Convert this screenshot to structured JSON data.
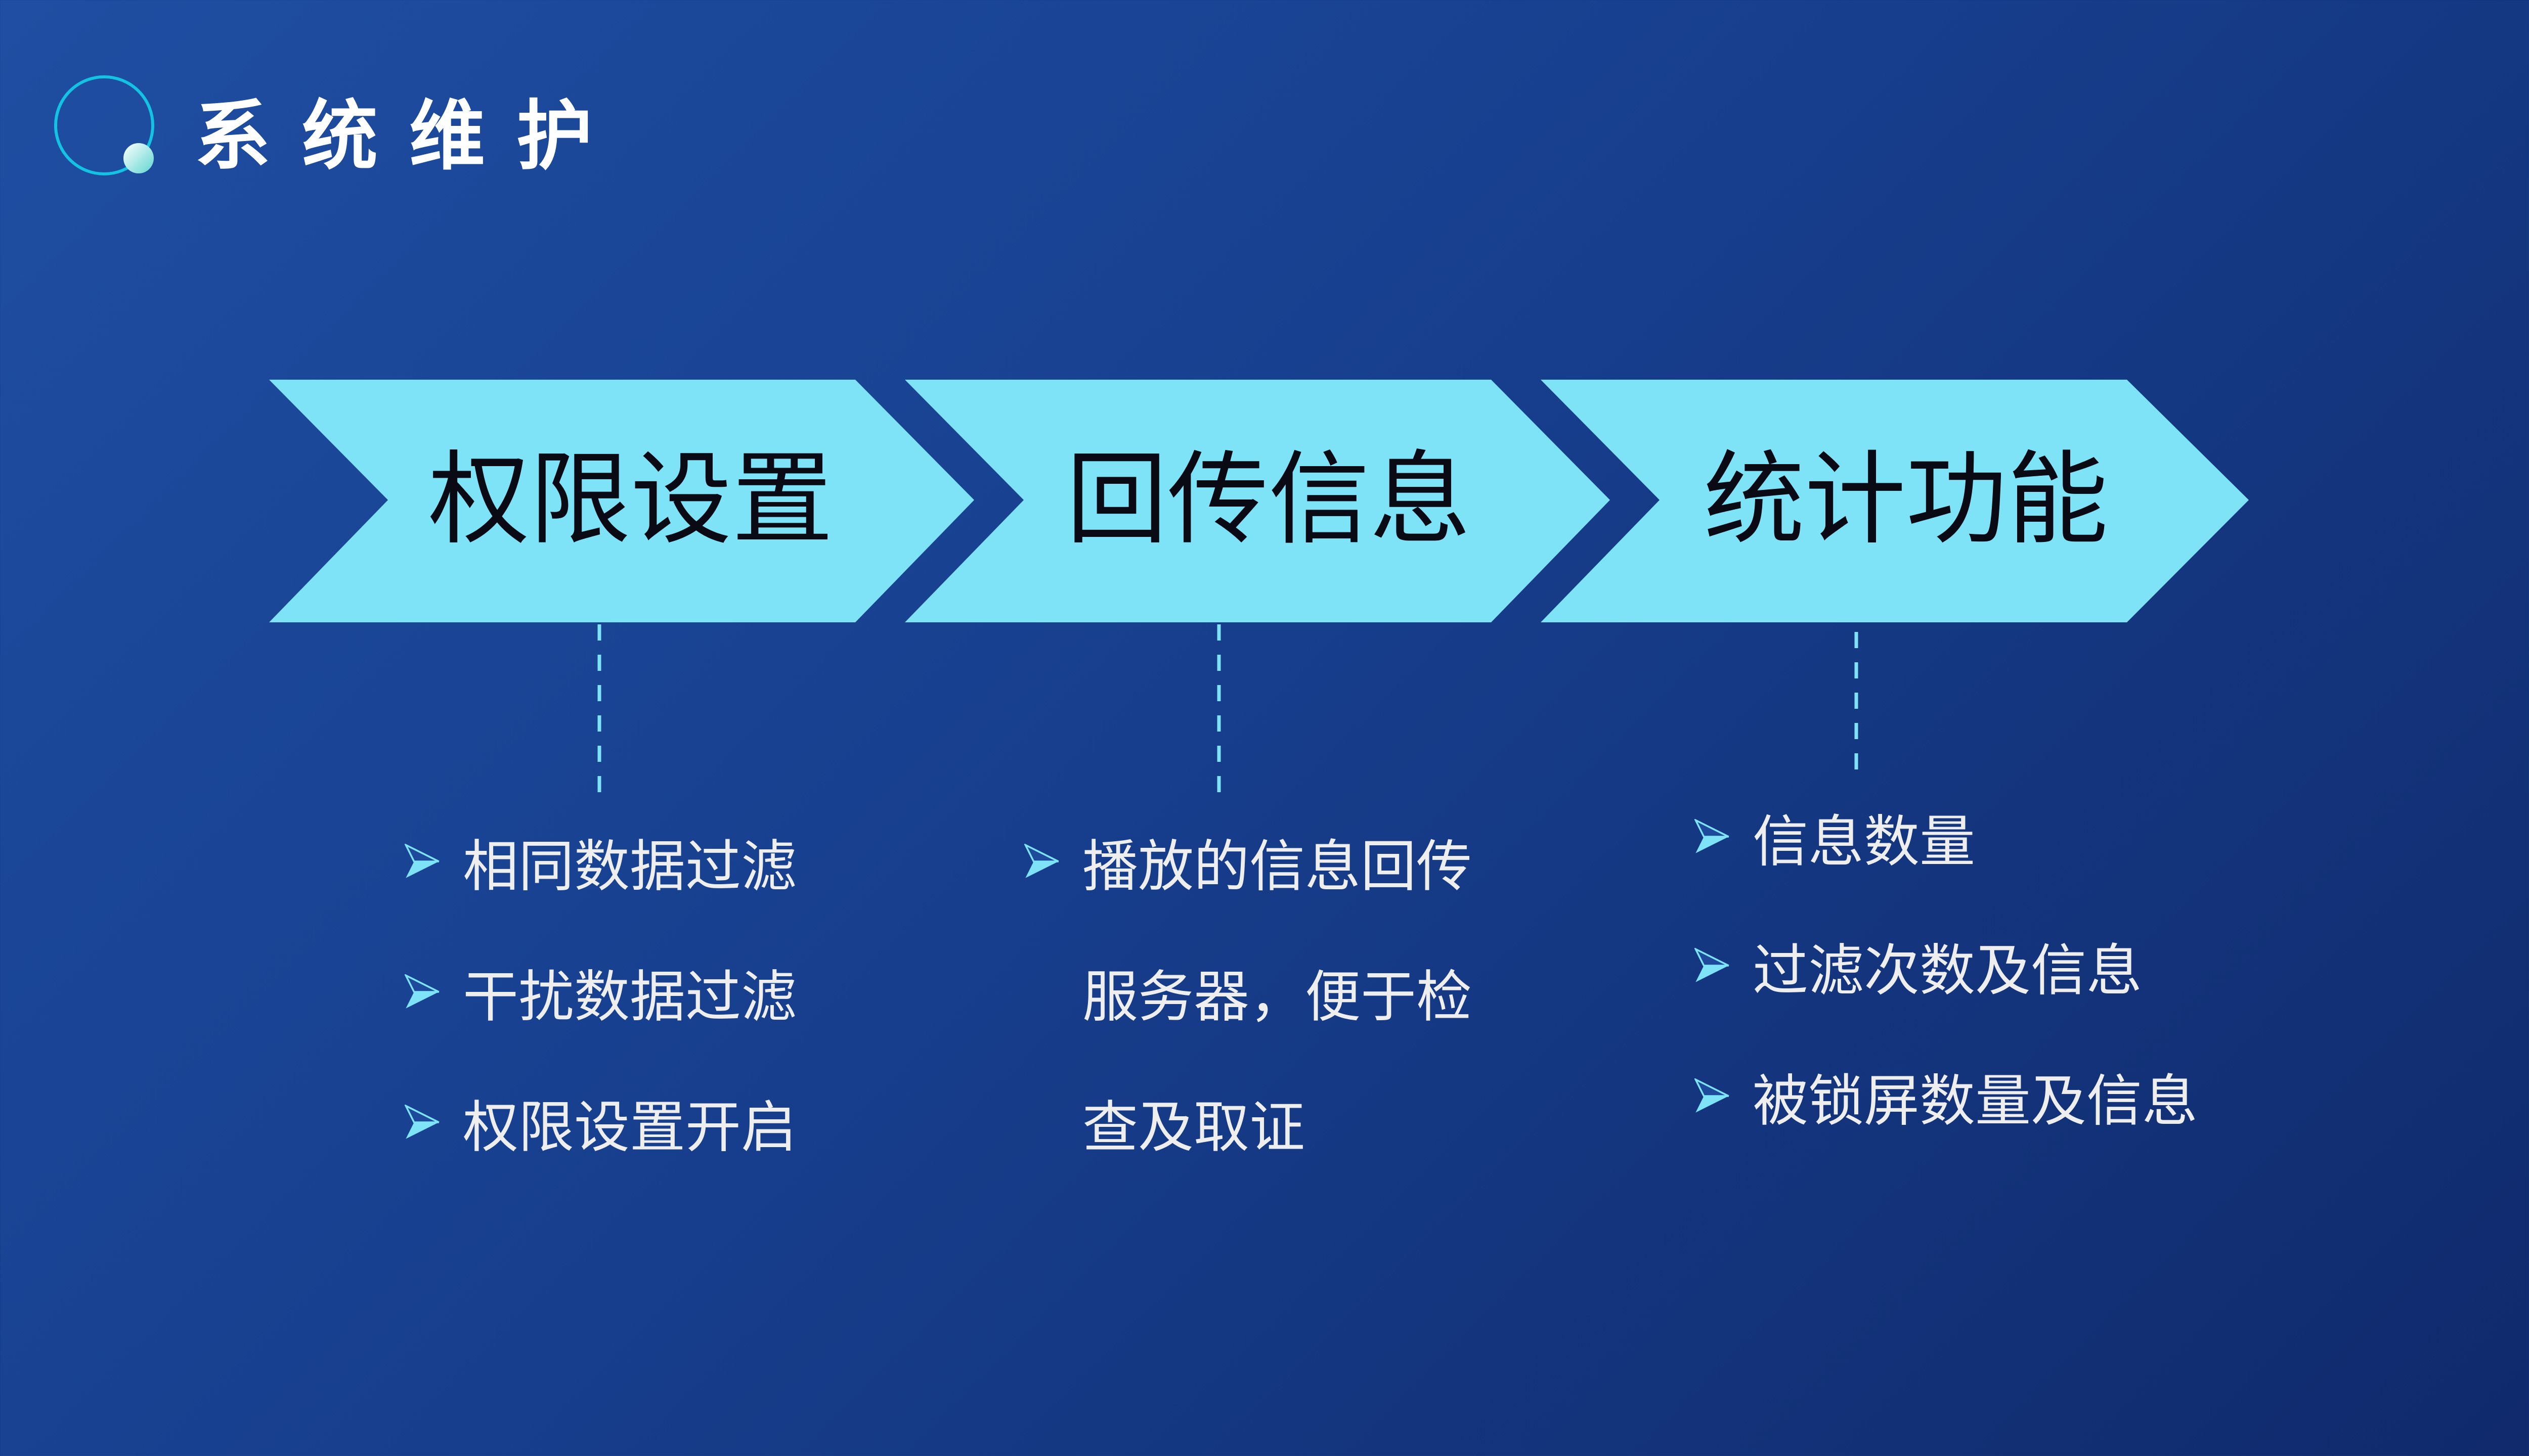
{
  "header": {
    "title": "系统维护"
  },
  "colors": {
    "chevron": "#7fe3f8",
    "accent": "#1fc6e6",
    "text": "#eeeeee"
  },
  "steps": [
    {
      "label": "权限设置",
      "items": [
        "相同数据过滤",
        "干扰数据过滤",
        "权限设置开启"
      ]
    },
    {
      "label": "回传信息",
      "items": [
        "播放的信息回传",
        "服务器，便于检",
        "查及取证"
      ]
    },
    {
      "label": "统计功能",
      "items": [
        "信息数量",
        "过滤次数及信息",
        "被锁屏数量及信息"
      ]
    }
  ]
}
